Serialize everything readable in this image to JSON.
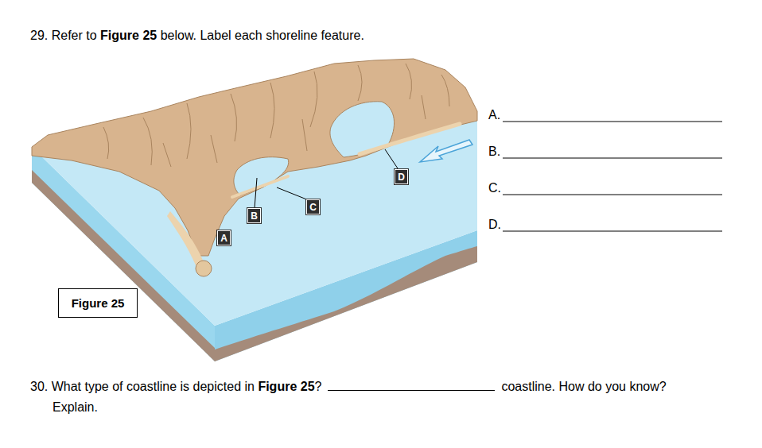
{
  "diagram": {
    "nodes": [
      {
        "text": [
          "A"
        ]
      },
      {
        "text": [
          "B"
        ]
      },
      {
        "text": [
          "C"
        ]
      },
      {
        "text": [
          "D"
        ]
      },
      {
        "text": [
          "Figure 25"
        ]
      }
    ],
    "labels": [
      "29. Refer to",
      "Figure 25",
      "below. Label each shoreline feature.",
      "A.",
      "B.",
      "C.",
      "D.",
      "30. What type of coastline is depicted in",
      "Figure 25",
      "?",
      "coastline. How do you know? Explain."
    ]
  }
}
